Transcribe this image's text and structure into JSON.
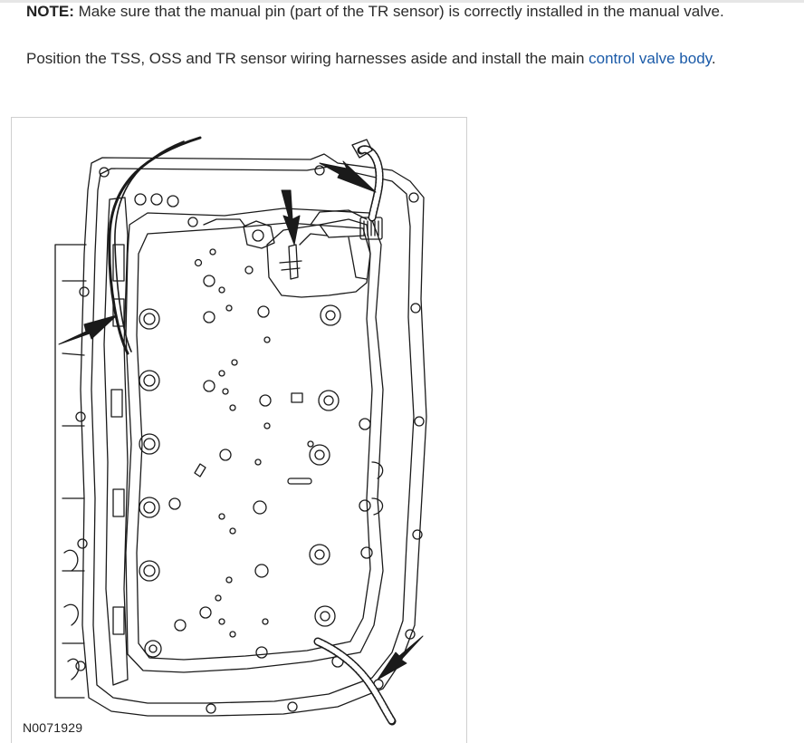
{
  "note": {
    "label": "NOTE:",
    "text": " Make sure that the manual pin (part of the TR sensor) is correctly installed in the manual valve."
  },
  "step": {
    "text": "Position the TSS, OSS and TR sensor wiring harnesses aside and install the main ",
    "link_text": "control valve body",
    "trailing": "."
  },
  "figure": {
    "id": "N0071929"
  },
  "colors": {
    "link": "#1a5aa8",
    "text": "#2b2b2b",
    "line_art": "#1a1a1a"
  }
}
